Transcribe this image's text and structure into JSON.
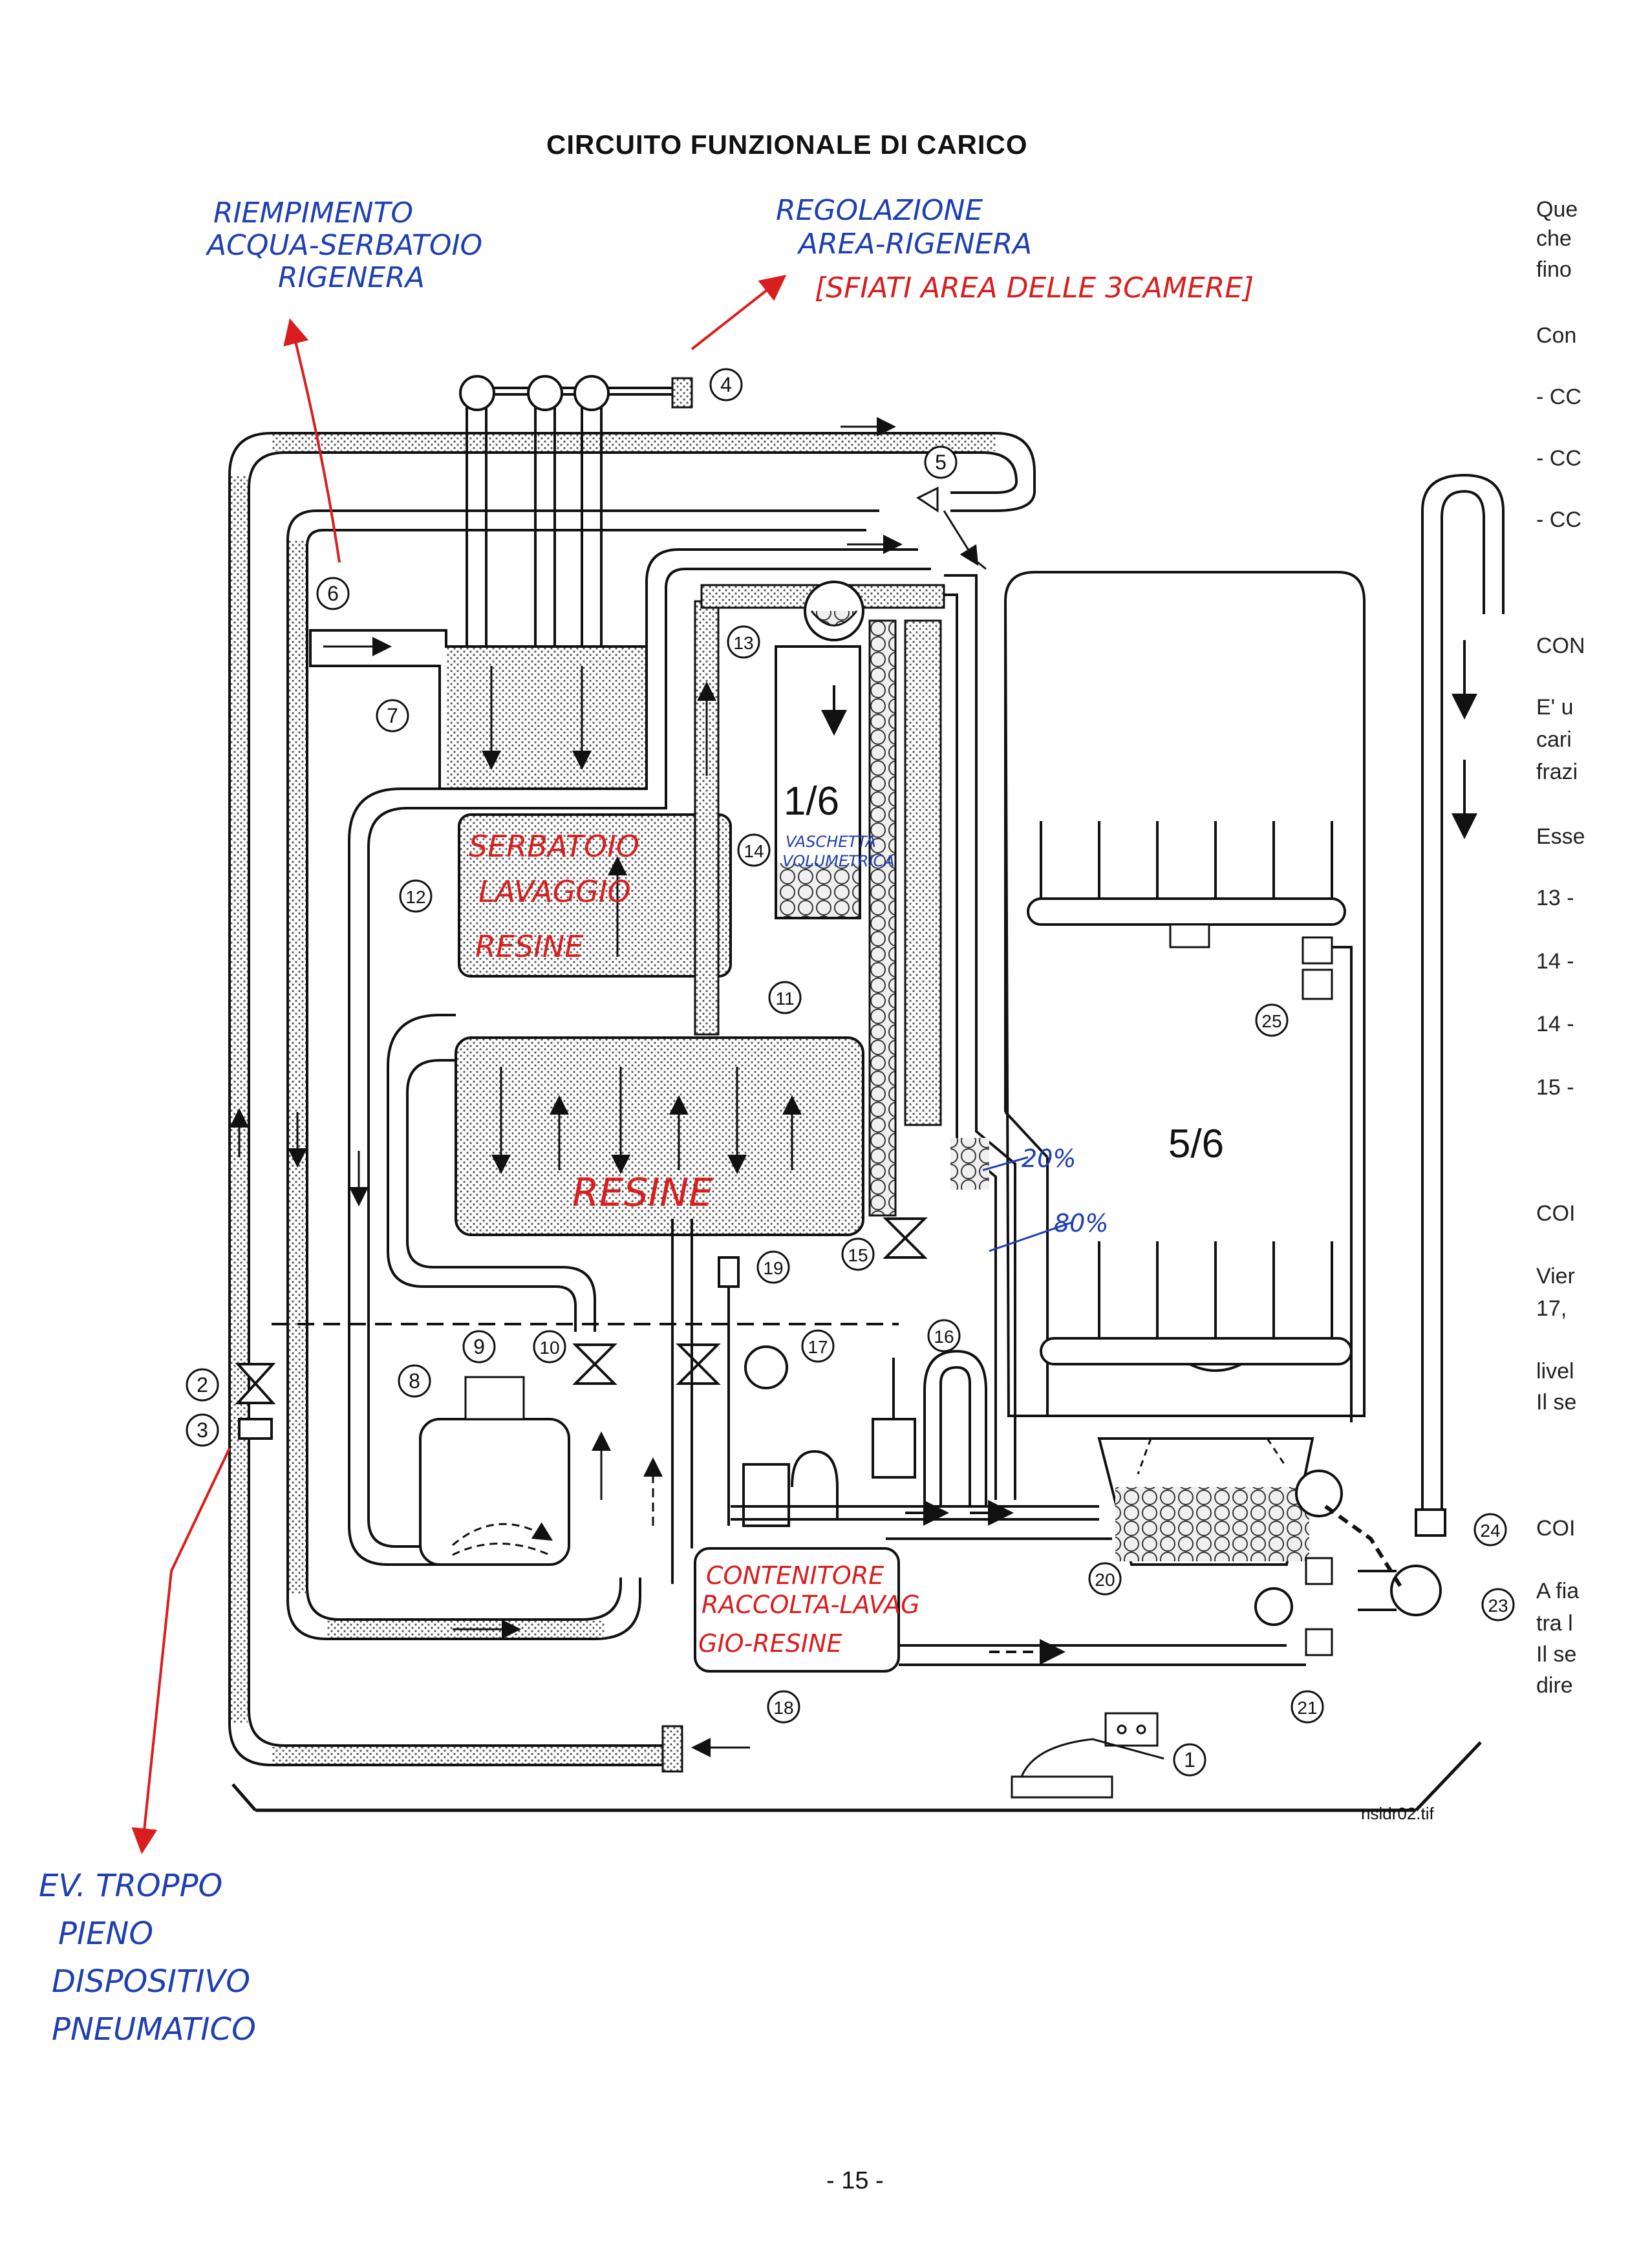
{
  "title": "CIRCUITO FUNZIONALE DI CARICO",
  "annotations": {
    "riempimento": [
      "RIEMPIMENTO",
      "ACQUA-SERBATOIO",
      "RIGENERA"
    ],
    "regolazione": [
      "REGOLAZIONE",
      "AREA-RIGENERA"
    ],
    "sfiati": "[SFIATI AREA DELLE 3CAMERE]",
    "troppo_pieno": [
      "EV. TROPPO",
      "PIENO",
      "DISPOSITIVO",
      "PNEUMATICO"
    ],
    "serbatoio": [
      "SERBATOIO",
      "LAVAGGIO",
      "RESINE"
    ],
    "resine": "RESINE",
    "contenitore": [
      "CONTENITORE",
      "RACCOLTA-LAVAG",
      "GIO-RESINE"
    ],
    "vaschetta": [
      "VASCHETTA",
      "VOLUMETRICA"
    ],
    "pct20": "20%",
    "pct80": "80%"
  },
  "diagram": {
    "fraction_small": "1/6",
    "fraction_large": "5/6",
    "component_numbers": [
      "1",
      "2",
      "3",
      "4",
      "5",
      "6",
      "7",
      "8",
      "9",
      "10",
      "11",
      "12",
      "13",
      "14",
      "15",
      "16",
      "17",
      "18",
      "19",
      "20",
      "21",
      "23",
      "24",
      "25"
    ]
  },
  "right_column": [
    {
      "text": "Que",
      "bold": false
    },
    {
      "text": "che",
      "bold": false
    },
    {
      "text": "fino",
      "bold": false
    },
    {
      "text": "Con",
      "bold": false
    },
    {
      "text": "- CC",
      "bold": false
    },
    {
      "text": "- CC",
      "bold": false
    },
    {
      "text": "- CC",
      "bold": false
    },
    {
      "text": "CON",
      "bold": true
    },
    {
      "text": "E' u",
      "bold": false
    },
    {
      "text": "cari",
      "bold": false
    },
    {
      "text": "frazi",
      "bold": false
    },
    {
      "text": "Esse",
      "bold": false
    },
    {
      "text": "13 -",
      "bold": true
    },
    {
      "text": "14 -",
      "bold": true
    },
    {
      "text": "14 -",
      "bold": true
    },
    {
      "text": "15 -",
      "bold": true
    },
    {
      "text": "COI",
      "bold": true
    },
    {
      "text": "Vier",
      "bold": false
    },
    {
      "text": "17,",
      "bold": true
    },
    {
      "text": "livel",
      "bold": false
    },
    {
      "text": "Il se",
      "bold": false
    },
    {
      "text": "COI",
      "bold": true
    },
    {
      "text": "A fia",
      "bold": false
    },
    {
      "text": "tra l",
      "bold": false
    },
    {
      "text": "Il se",
      "bold": false
    },
    {
      "text": "dire",
      "bold": false
    }
  ],
  "filename": "nsidr02.tif",
  "page_number": "- 15 -"
}
